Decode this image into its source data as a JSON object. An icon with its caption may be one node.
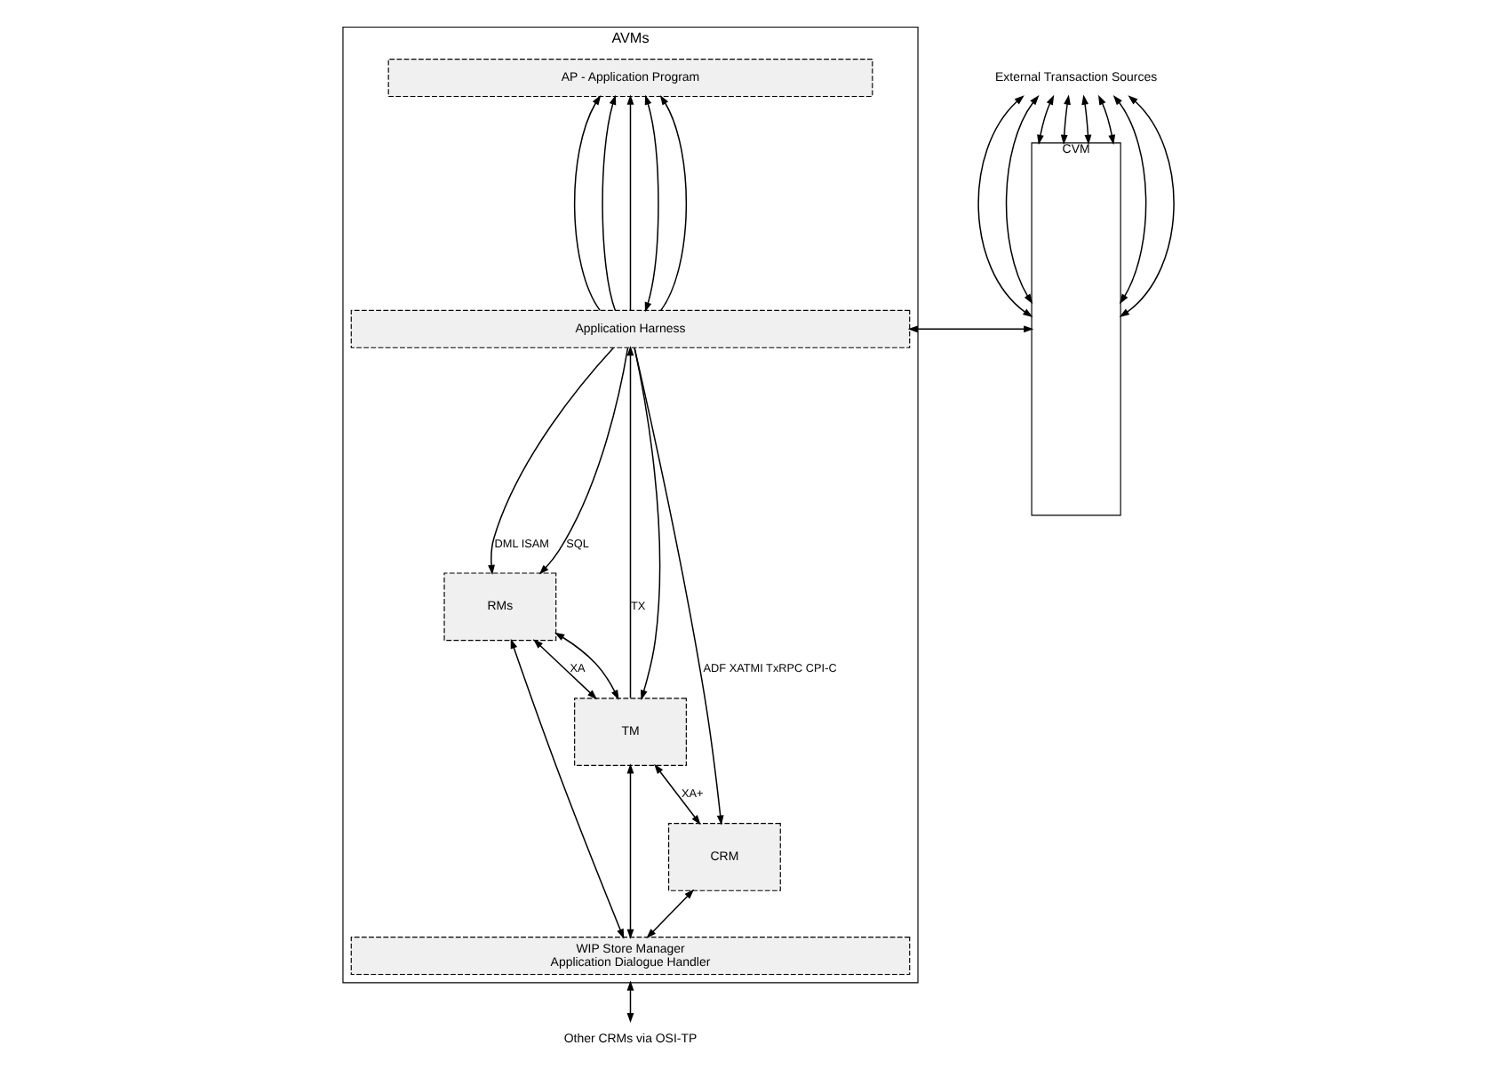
{
  "diagram": {
    "nodes": [
      {
        "text": [
          "CVM"
        ]
      },
      {
        "text": [
          "AVMs"
        ]
      },
      {
        "text": [
          "AP - Application Program"
        ],
        "in": 1
      },
      {
        "text": [
          "Application Harness"
        ],
        "in": 1
      },
      {
        "text": [
          "RMs"
        ],
        "in": 1
      },
      {
        "text": [
          "TM"
        ],
        "in": 1
      },
      {
        "text": [
          "CRM"
        ],
        "in": 1
      },
      {
        "text": [
          "WIP Store Manager",
          "Application Dialogue Handler"
        ],
        "in": 1
      },
      {
        "text": [
          "External Transaction Sources"
        ]
      },
      {
        "text": [
          "Other CRMs via OSI-TP"
        ]
      }
    ],
    "edges": [
      {
        "from": 3,
        "to": 0,
        "arrow": "both"
      },
      {
        "from": 3,
        "to": 2,
        "arrow": "to"
      },
      {
        "from": 3,
        "to": 2,
        "arrow": "to"
      },
      {
        "from": 3,
        "to": 2,
        "arrow": "to"
      },
      {
        "from": 3,
        "to": 2,
        "arrow": "both"
      },
      {
        "from": 3,
        "to": 2,
        "arrow": "to"
      },
      {
        "from": 3,
        "to": 4,
        "arrow": "to",
        "label": "SQL"
      },
      {
        "from": 3,
        "to": 4,
        "arrow": "to",
        "label": "DML ISAM"
      },
      {
        "from": 3,
        "to": 5,
        "arrow": "to"
      },
      {
        "from": 5,
        "to": 3,
        "arrow": "to",
        "label": "TX"
      },
      {
        "from": 3,
        "to": 6,
        "arrow": "to",
        "label": "ADF XATMI TxRPC CPI-C"
      },
      {
        "from": 4,
        "to": 5,
        "arrow": "both",
        "label": "XA"
      },
      {
        "from": 4,
        "to": 5,
        "arrow": "both"
      },
      {
        "from": 5,
        "to": 6,
        "arrow": "both",
        "label": "XA+"
      },
      {
        "from": 4,
        "to": 7,
        "arrow": "both"
      },
      {
        "from": 5,
        "to": 7,
        "arrow": "both"
      },
      {
        "from": 6,
        "to": 7,
        "arrow": "both"
      },
      {
        "from": 1,
        "to": 9,
        "arrow": "both"
      },
      {
        "from": 8,
        "to": 0,
        "arrow": "both"
      },
      {
        "from": 8,
        "to": 0,
        "arrow": "both"
      },
      {
        "from": 8,
        "to": 0,
        "arrow": "both"
      },
      {
        "from": 8,
        "to": 0,
        "arrow": "both"
      },
      {
        "from": 8,
        "to": 0,
        "arrow": "both"
      },
      {
        "from": 8,
        "to": 0,
        "arrow": "both"
      },
      {
        "from": 8,
        "to": 0,
        "arrow": "both"
      },
      {
        "from": 8,
        "to": 0,
        "arrow": "both"
      }
    ]
  }
}
